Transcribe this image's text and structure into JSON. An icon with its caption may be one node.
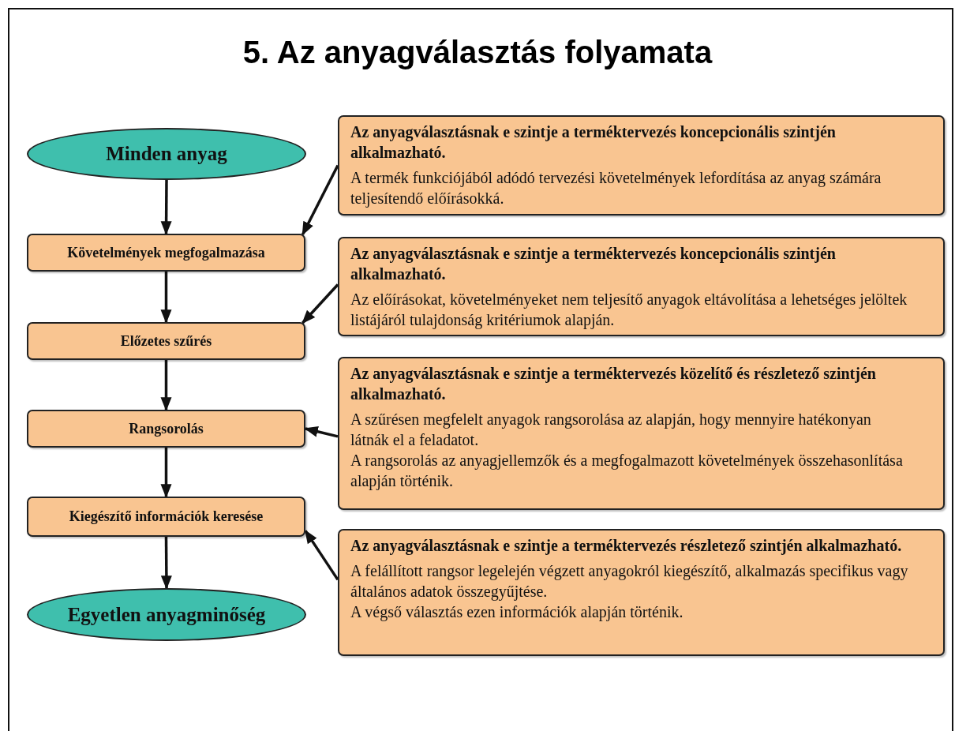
{
  "diagram": {
    "title": "5. Az anyagválasztás folyamata",
    "nodes": [
      {
        "text": [
          "Minden anyag"
        ]
      },
      {
        "text": [
          "Követelmények megfogalmazása"
        ]
      },
      {
        "text": [
          "Előzetes szűrés"
        ]
      },
      {
        "text": [
          "Rangsorolás"
        ]
      },
      {
        "text": [
          "Kiegészítő információk keresése"
        ]
      },
      {
        "text": [
          "Egyetlen anyagminőség"
        ]
      },
      {
        "text": [
          "Az anyagválasztásnak e szintje a terméktervezés koncepcionális szintjén alkalmazható.",
          "A termék funkciójából adódó tervezési követelmények lefordítása az anyag számára teljesítendő előírásokká."
        ]
      },
      {
        "text": [
          "Az anyagválasztásnak e szintje a terméktervezés koncepcionális szintjén alkalmazható.",
          "Az előírásokat, követelményeket nem teljesítő anyagok eltávolítása a lehetséges jelöltek listájáról tulajdonság kritériumok alapján."
        ]
      },
      {
        "text": [
          "Az anyagválasztásnak e szintje a terméktervezés közelítő és részletező szintjén alkalmazható.",
          "A szűrésen megfelelt anyagok rangsorolása az alapján, hogy mennyire hatékonyan látnák el a feladatot.",
          "A rangsorolás az anyagjellemzők és a megfogalmazott követelmények összehasonlítása alapján történik."
        ]
      },
      {
        "text": [
          "Az anyagválasztásnak e szintje a terméktervezés részletező szintjén alkalmazható.",
          "A felállított rangsor legelején végzett anyagokról kiegészítő, alkalmazás specifikus vagy általános adatok összegyűjtése.",
          "A végső választás ezen információk alapján történik."
        ]
      }
    ],
    "edges": [
      {
        "from": 0,
        "to": 1,
        "arrow": "to"
      },
      {
        "from": 1,
        "to": 2,
        "arrow": "to"
      },
      {
        "from": 2,
        "to": 3,
        "arrow": "to"
      },
      {
        "from": 3,
        "to": 4,
        "arrow": "to"
      },
      {
        "from": 4,
        "to": 5,
        "arrow": "to"
      },
      {
        "from": 6,
        "to": 1,
        "arrow": "to"
      },
      {
        "from": 7,
        "to": 2,
        "arrow": "to"
      },
      {
        "from": 8,
        "to": 3,
        "arrow": "to"
      },
      {
        "from": 9,
        "to": 4,
        "arrow": "to"
      }
    ]
  }
}
